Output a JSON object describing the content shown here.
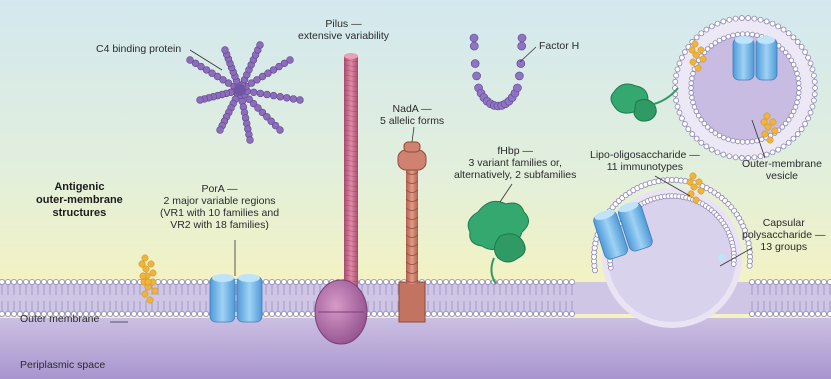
{
  "labels": {
    "title_line1": "Antigenic",
    "title_line2": "outer-membrane",
    "title_line3": "structures",
    "c4bp": "C4 binding protein",
    "pilus_line1": "Pilus —",
    "pilus_line2": "extensive variability",
    "factor_h": "Factor H",
    "nada_line1": "NadA —",
    "nada_line2": "5 allelic forms",
    "fhbp_line1": "fHbp —",
    "fhbp_line2": "3 variant families or,",
    "fhbp_line3": "alternatively, 2 subfamilies",
    "pora_line1": "PorA —",
    "pora_line2": "2 major variable regions",
    "pora_line3": "(VR1 with 10 families and",
    "pora_line4": "VR2 with 18 families)",
    "los_line1": "Lipo-oligosaccharide —",
    "los_line2": "11 immunotypes",
    "omv_line1": "Outer-membrane",
    "omv_line2": "vesicle",
    "capsule_line1": "Capsular",
    "capsule_line2": "polysaccharide —",
    "capsule_line3": "13 groups",
    "outer_membrane": "Outer membrane",
    "periplasmic_space": "Periplasmic space"
  },
  "colors": {
    "background_top": "#d6eaf0",
    "background_mid": "#f1f2c4",
    "periplasm": "#b9a6d6",
    "lipid_head": "#ffffff",
    "lipid_edge": "#8e86b8",
    "lipid_tail": "#cfc6e6",
    "porin": "#6fb4e6",
    "pilus": "#c86a8c",
    "pilus_base": "#a45e9e",
    "nada": "#c7786a",
    "fhbp": "#35a870",
    "c4bp": "#8d6dbb",
    "factor_h": "#8f74c4",
    "lps": "#f0b33c"
  }
}
